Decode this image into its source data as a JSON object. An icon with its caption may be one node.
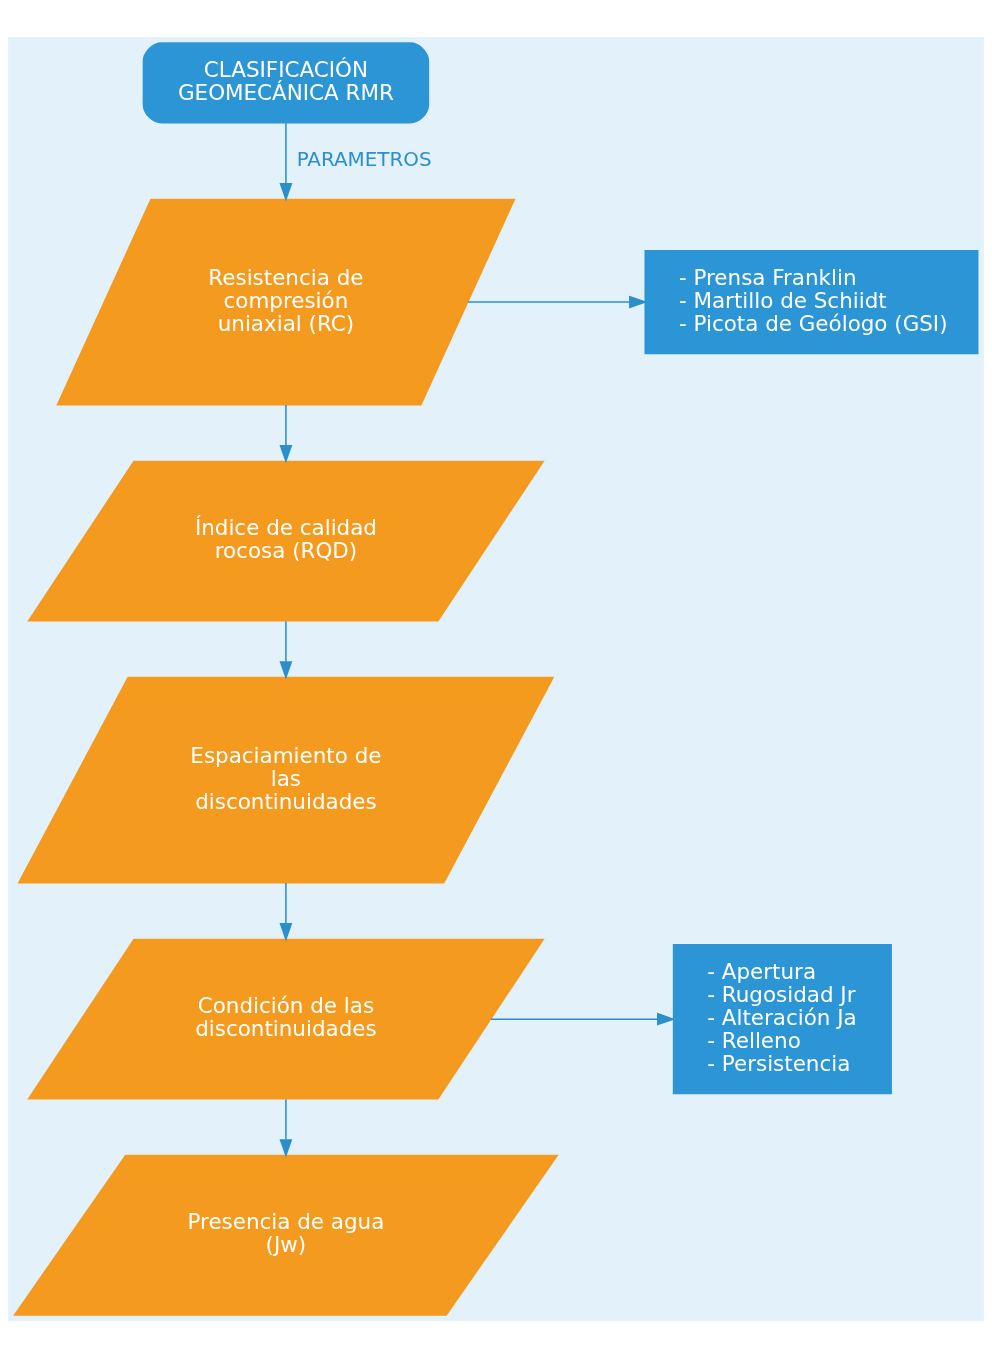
{
  "diagram": {
    "nodes": [
      {
        "text": [
          "CLASIFICACIÓN GEOMECÁNICA RMR"
        ]
      },
      {
        "text": [
          "Resistencia de compresión uniaxial (RC)"
        ]
      },
      {
        "text": [
          "- Prensa Franklin",
          "- Martillo de Schiidt",
          "- Picota de Geólogo (GSI)"
        ]
      },
      {
        "text": [
          "Índice de calidad rocosa (RQD)"
        ]
      },
      {
        "text": [
          "Espaciamiento de las discontinuidades"
        ]
      },
      {
        "text": [
          "Condición de las discontinuidades"
        ]
      },
      {
        "text": [
          "- Apertura",
          "- Rugosidad Jr",
          "- Alteración Ja",
          "- Relleno",
          "- Persistencia"
        ]
      },
      {
        "text": [
          "Presencia de agua (Jw)"
        ]
      }
    ],
    "edges": [
      {
        "from": 0,
        "to": 1,
        "arrow": "to",
        "label": "PARAMETROS"
      },
      {
        "from": 1,
        "to": 2,
        "arrow": "to"
      },
      {
        "from": 1,
        "to": 3,
        "arrow": "to"
      },
      {
        "from": 3,
        "to": 4,
        "arrow": "to"
      },
      {
        "from": 4,
        "to": 5,
        "arrow": "to"
      },
      {
        "from": 5,
        "to": 6,
        "arrow": "to"
      },
      {
        "from": 5,
        "to": 7,
        "arrow": "to"
      }
    ]
  }
}
